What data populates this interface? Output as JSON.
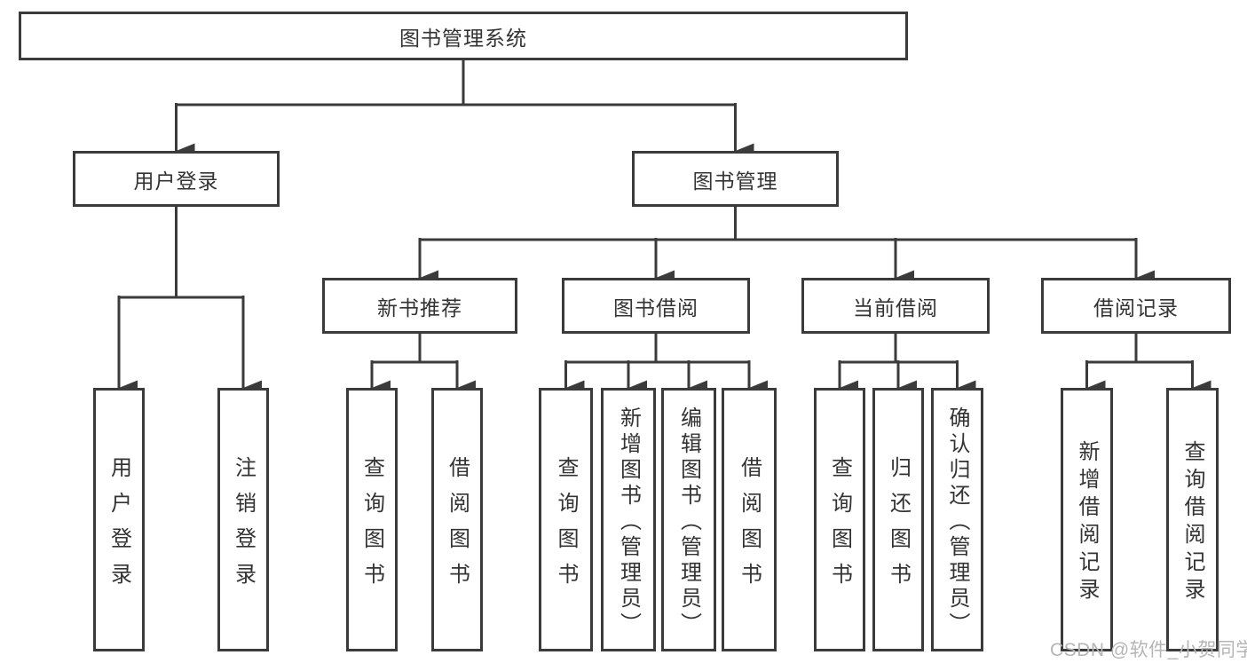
{
  "tree": {
    "root": {
      "label": "图书管理系统",
      "children": [
        {
          "label": "用户登录",
          "children": [
            {
              "label": "用户登录"
            },
            {
              "label": "注销登录"
            }
          ]
        },
        {
          "label": "图书管理",
          "children": [
            {
              "label": "新书推荐",
              "children": [
                {
                  "label": "查询图书"
                },
                {
                  "label": "借阅图书"
                }
              ]
            },
            {
              "label": "图书借阅",
              "children": [
                {
                  "label": "查询图书"
                },
                {
                  "label": "新增图书（管理员）"
                },
                {
                  "label": "编辑图书（管理员）"
                },
                {
                  "label": "借阅图书"
                }
              ]
            },
            {
              "label": "当前借阅",
              "children": [
                {
                  "label": "查询图书"
                },
                {
                  "label": "归还图书"
                },
                {
                  "label": "确认归还（管理员）"
                }
              ]
            },
            {
              "label": "借阅记录",
              "children": [
                {
                  "label": "新增借阅记录"
                },
                {
                  "label": "查询借阅记录"
                }
              ]
            }
          ]
        }
      ]
    }
  },
  "watermark": {
    "text": "CSDN @软件_小贺同学"
  },
  "colors": {
    "line": "#3b3b3b",
    "box_border": "#3b3b3b",
    "text": "#333333",
    "watermark": "#b5b5b5",
    "background": "#ffffff"
  }
}
